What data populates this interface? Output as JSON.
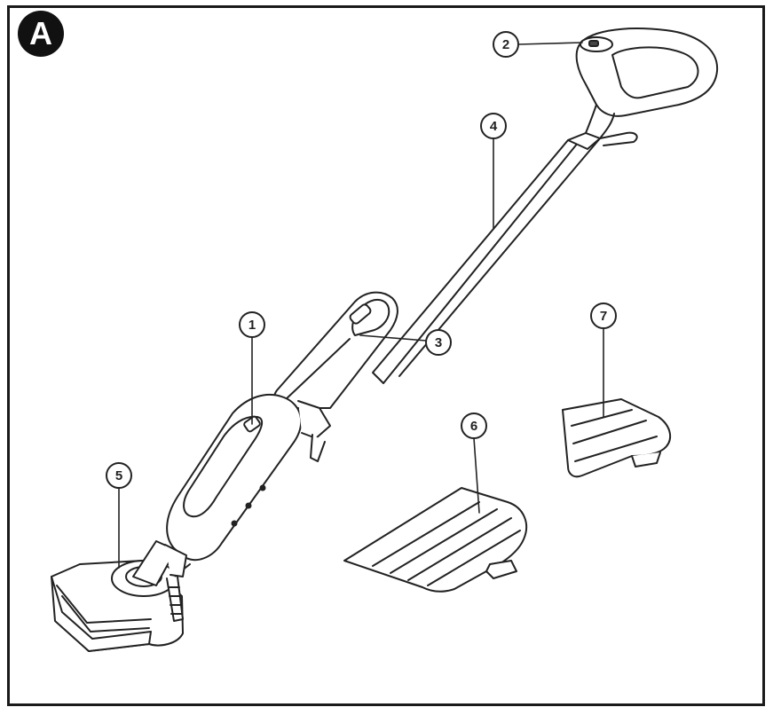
{
  "figure": {
    "badge": "A"
  },
  "callouts": [
    {
      "number": "1"
    },
    {
      "number": "2"
    },
    {
      "number": "3"
    },
    {
      "number": "4"
    },
    {
      "number": "5"
    },
    {
      "number": "6"
    },
    {
      "number": "7"
    }
  ],
  "colors": {
    "line": "#222222",
    "badge_bg": "#111111",
    "frame": "#1a1a1a",
    "background": "#ffffff"
  }
}
